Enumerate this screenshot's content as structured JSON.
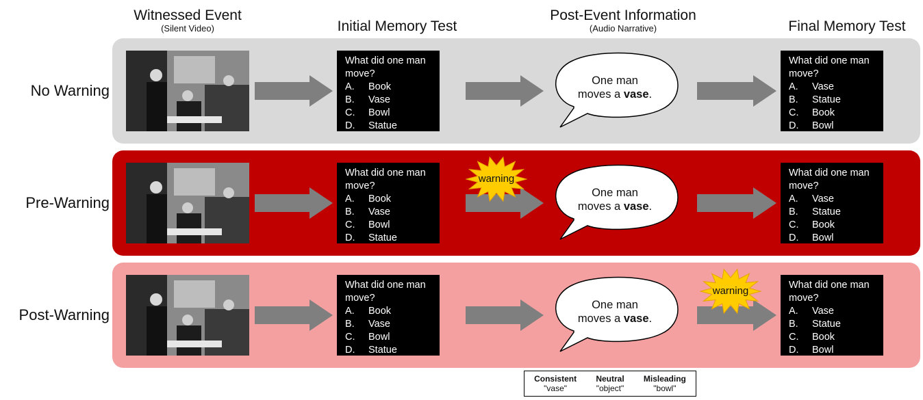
{
  "headers": {
    "witnessed_event": "Witnessed Event",
    "witnessed_sub": "(Silent Video)",
    "initial_test": "Initial Memory Test",
    "post_event": "Post-Event Information",
    "post_event_sub": "(Audio Narrative)",
    "final_test": "Final Memory Test"
  },
  "rows": [
    {
      "label": "No Warning",
      "color": "#d9d9d9"
    },
    {
      "label": "Pre-Warning",
      "color": "#c00000"
    },
    {
      "label": "Post-Warning",
      "color": "#f4a0a0"
    }
  ],
  "initial_question": {
    "question": "What did one man move?",
    "options": [
      [
        "A.",
        "Book"
      ],
      [
        "B.",
        "Vase"
      ],
      [
        "C.",
        "Bowl"
      ],
      [
        "D.",
        "Statue"
      ]
    ]
  },
  "final_question": {
    "question": "What did one man move?",
    "options": [
      [
        "A.",
        "Vase"
      ],
      [
        "B.",
        "Statue"
      ],
      [
        "C.",
        "Book"
      ],
      [
        "D.",
        "Bowl"
      ]
    ]
  },
  "narrative": {
    "line1": "One man",
    "line2_prefix": "moves a ",
    "line2_bold": "vase",
    "line2_suffix": "."
  },
  "warning_label": "warning",
  "legend": [
    {
      "name": "Consistent",
      "example": "\"vase\""
    },
    {
      "name": "Neutral",
      "example": "\"object\""
    },
    {
      "name": "Misleading",
      "example": "\"bowl\""
    }
  ],
  "colors": {
    "arrow": "#7f7f7f",
    "burst": "#ffcc00",
    "burst_stroke": "#e7a400",
    "box": "#000000"
  }
}
